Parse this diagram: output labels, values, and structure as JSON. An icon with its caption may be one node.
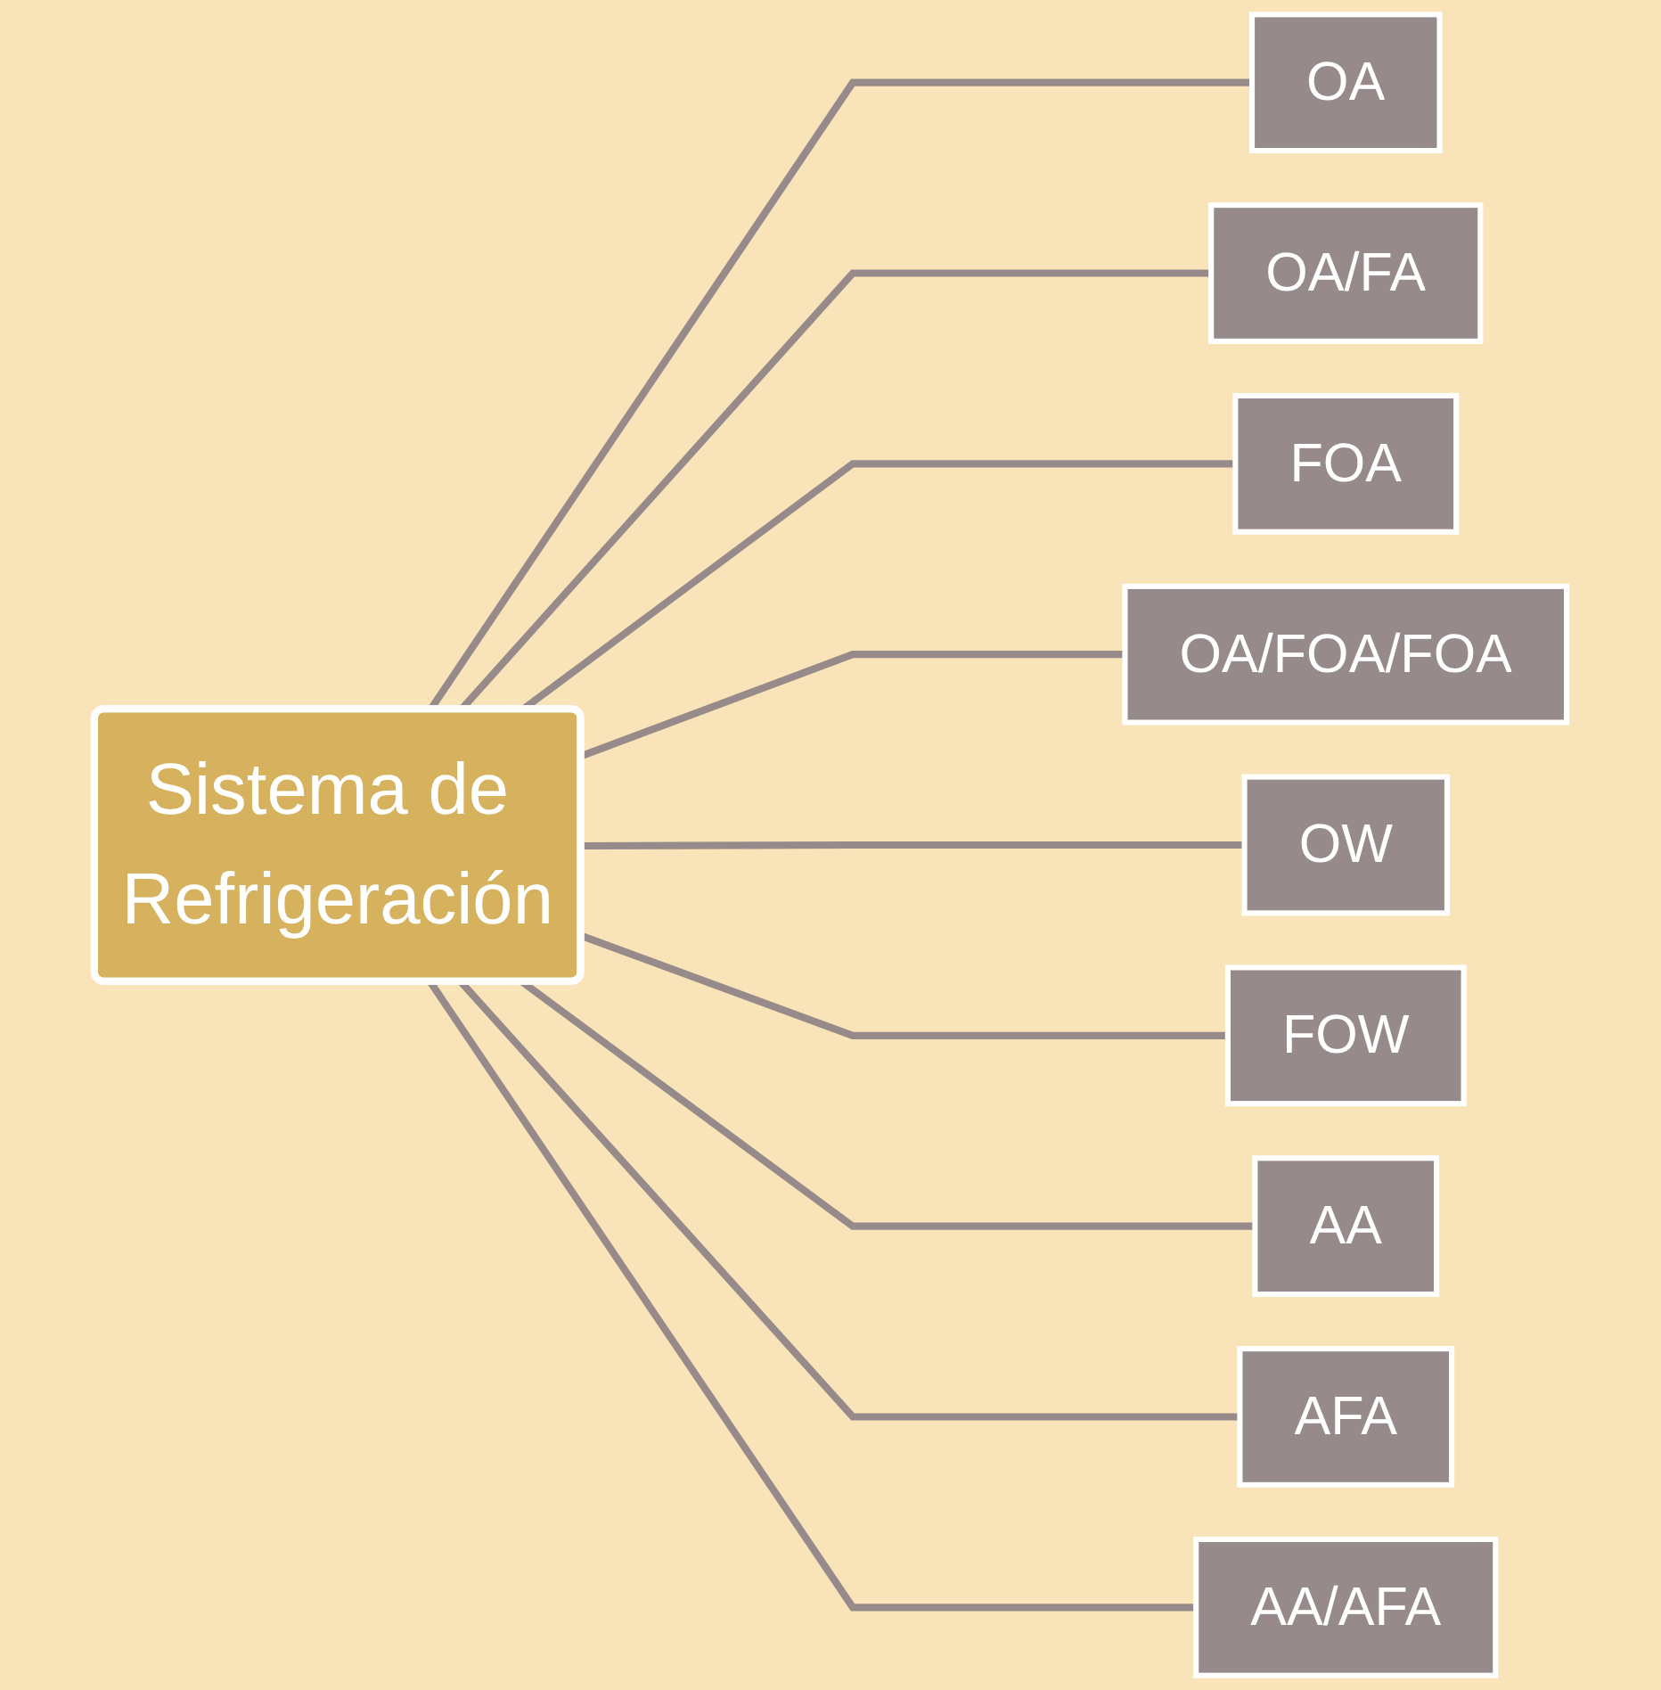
{
  "diagram": {
    "nodes": [
      {
        "text": [
          "Sistema de Refrigeración"
        ]
      },
      {
        "text": [
          "OA"
        ]
      },
      {
        "text": [
          "OA/FA"
        ]
      },
      {
        "text": [
          "FOA"
        ]
      },
      {
        "text": [
          "OA/FOA/FOA"
        ]
      },
      {
        "text": [
          "OW"
        ]
      },
      {
        "text": [
          "FOW"
        ]
      },
      {
        "text": [
          "AA"
        ]
      },
      {
        "text": [
          "AFA"
        ]
      },
      {
        "text": [
          "AA/AFA"
        ]
      }
    ],
    "edges": [
      {
        "from": 0,
        "to": 1,
        "arrow": "none"
      },
      {
        "from": 0,
        "to": 2,
        "arrow": "none"
      },
      {
        "from": 0,
        "to": 3,
        "arrow": "none"
      },
      {
        "from": 0,
        "to": 4,
        "arrow": "none"
      },
      {
        "from": 0,
        "to": 5,
        "arrow": "none"
      },
      {
        "from": 0,
        "to": 6,
        "arrow": "none"
      },
      {
        "from": 0,
        "to": 7,
        "arrow": "none"
      },
      {
        "from": 0,
        "to": 8,
        "arrow": "none"
      },
      {
        "from": 0,
        "to": 9,
        "arrow": "none"
      }
    ]
  }
}
